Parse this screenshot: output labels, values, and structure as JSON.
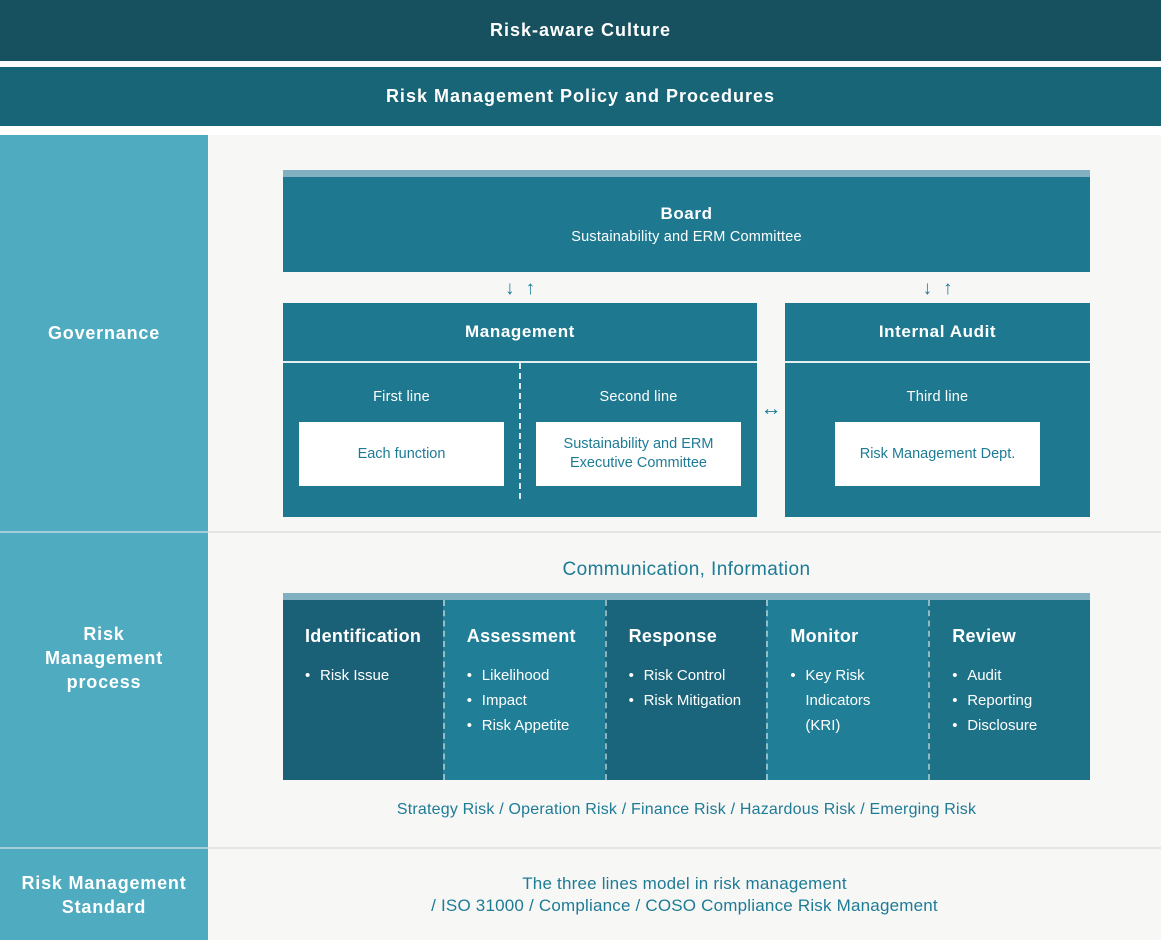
{
  "bars": {
    "culture": "Risk-aware Culture",
    "policy": "Risk Management Policy and Procedures"
  },
  "sidebar": {
    "governance": "Governance",
    "process": "Risk\nManagement\nprocess",
    "standard": "Risk Management\nStandard"
  },
  "governance": {
    "board": {
      "title": "Board",
      "subtitle": "Sustainability and ERM Committee"
    },
    "arrows": {
      "down": "↓",
      "up": "↑",
      "both": "↔"
    },
    "management": {
      "title": "Management",
      "first_line": {
        "label": "First line",
        "box": "Each function"
      },
      "second_line": {
        "label": "Second line",
        "box": "Sustainability and ERM Executive Committee"
      }
    },
    "internal_audit": {
      "title": "Internal Audit",
      "third_line": {
        "label": "Third line",
        "box": "Risk Management Dept."
      }
    }
  },
  "process": {
    "communication": "Communication, Information",
    "columns": [
      {
        "title": "Identification",
        "items": [
          "Risk Issue"
        ]
      },
      {
        "title": "Assessment",
        "items": [
          "Likelihood",
          "Impact",
          "Risk Appetite"
        ]
      },
      {
        "title": "Response",
        "items": [
          "Risk Control",
          "Risk Mitigation"
        ]
      },
      {
        "title": "Monitor",
        "items": [
          "Key Risk\nIndicators\n(KRI)"
        ]
      },
      {
        "title": "Review",
        "items": [
          "Audit",
          "Reporting",
          "Disclosure"
        ]
      }
    ],
    "risk_types": "Strategy Risk / Operation Risk / Finance Risk / Hazardous Risk / Emerging Risk"
  },
  "standard": {
    "line1": "The three lines model in risk management",
    "line2": "/ ISO 31000 / Compliance / COSO Compliance Risk Management"
  },
  "colors": {
    "culture_bar": "#17505e",
    "policy_bar": "#186577",
    "sidebar": "#4fabbf",
    "box_teal": "#1e7990",
    "accent_text": "#1e7b96",
    "top_strip": "#81b1c1",
    "column_dark": "#1a6076",
    "column_light": "#207e96"
  }
}
